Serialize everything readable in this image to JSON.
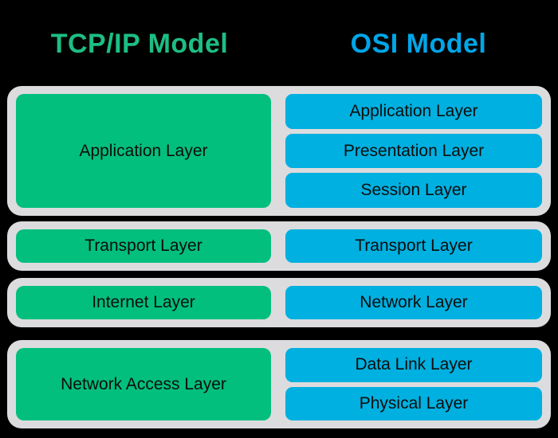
{
  "colors": {
    "background": "#000000",
    "row-bg": "#dcdcde",
    "tcpip-green": "#02bf7e",
    "osi-blue": "#00b0e0",
    "header-green": "#1dbe84",
    "header-blue": "#00a6e8",
    "label-text": "#0d0d0d"
  },
  "headers": {
    "tcpip": "TCP/IP Model",
    "osi": "OSI Model"
  },
  "rows": [
    {
      "tcpip": "Application Layer",
      "osi": [
        "Application Layer",
        "Presentation Layer",
        "Session Layer"
      ]
    },
    {
      "tcpip": "Transport Layer",
      "osi": [
        "Transport Layer"
      ]
    },
    {
      "tcpip": "Internet Layer",
      "osi": [
        "Network Layer"
      ]
    },
    {
      "tcpip": "Network Access Layer",
      "osi": [
        "Data Link Layer",
        "Physical Layer"
      ]
    }
  ]
}
